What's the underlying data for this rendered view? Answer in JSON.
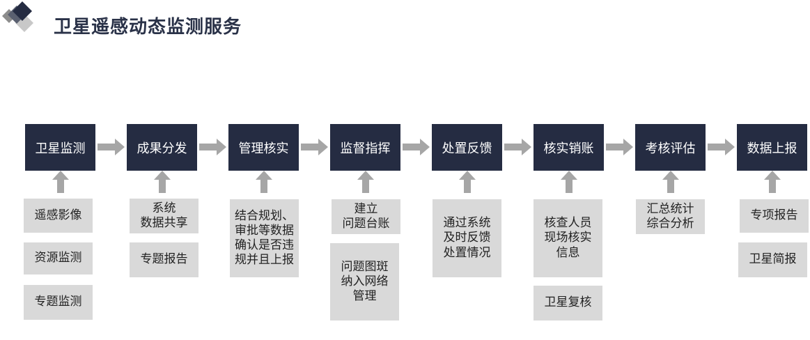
{
  "title": "卫星遥感动态监测服务",
  "colors": {
    "step_bg": "#252c42",
    "sub_bg": "#d9d9d9",
    "arrow": "#a6a6a6",
    "title": "#2a3248"
  },
  "steps": [
    {
      "label": "卫星监测",
      "subs": [
        [
          "遥感影像"
        ],
        [
          "资源监测"
        ],
        [
          "专题监测"
        ]
      ]
    },
    {
      "label": "成果分发",
      "subs": [
        [
          "系统",
          "数据共享"
        ],
        [
          "专题报告"
        ]
      ]
    },
    {
      "label": "管理核实",
      "subs": [
        [
          "结合规划、",
          "审批等数据",
          "确认是否违",
          "规并且上报"
        ]
      ]
    },
    {
      "label": "监督指挥",
      "subs": [
        [
          "建立",
          "问题台账"
        ],
        [
          "问题图斑",
          "纳入网络",
          "管理"
        ]
      ]
    },
    {
      "label": "处置反馈",
      "subs": [
        [
          "通过系统",
          "及时反馈",
          "处置情况"
        ]
      ]
    },
    {
      "label": "核实销账",
      "subs": [
        [
          "核查人员",
          "现场核实",
          "信息"
        ],
        [
          "卫星复核"
        ]
      ]
    },
    {
      "label": "考核评估",
      "subs": [
        [
          "汇总统计",
          "综合分析"
        ]
      ]
    },
    {
      "label": "数据上报",
      "subs": [
        [
          "专项报告"
        ],
        [
          "卫星简报"
        ]
      ]
    }
  ]
}
